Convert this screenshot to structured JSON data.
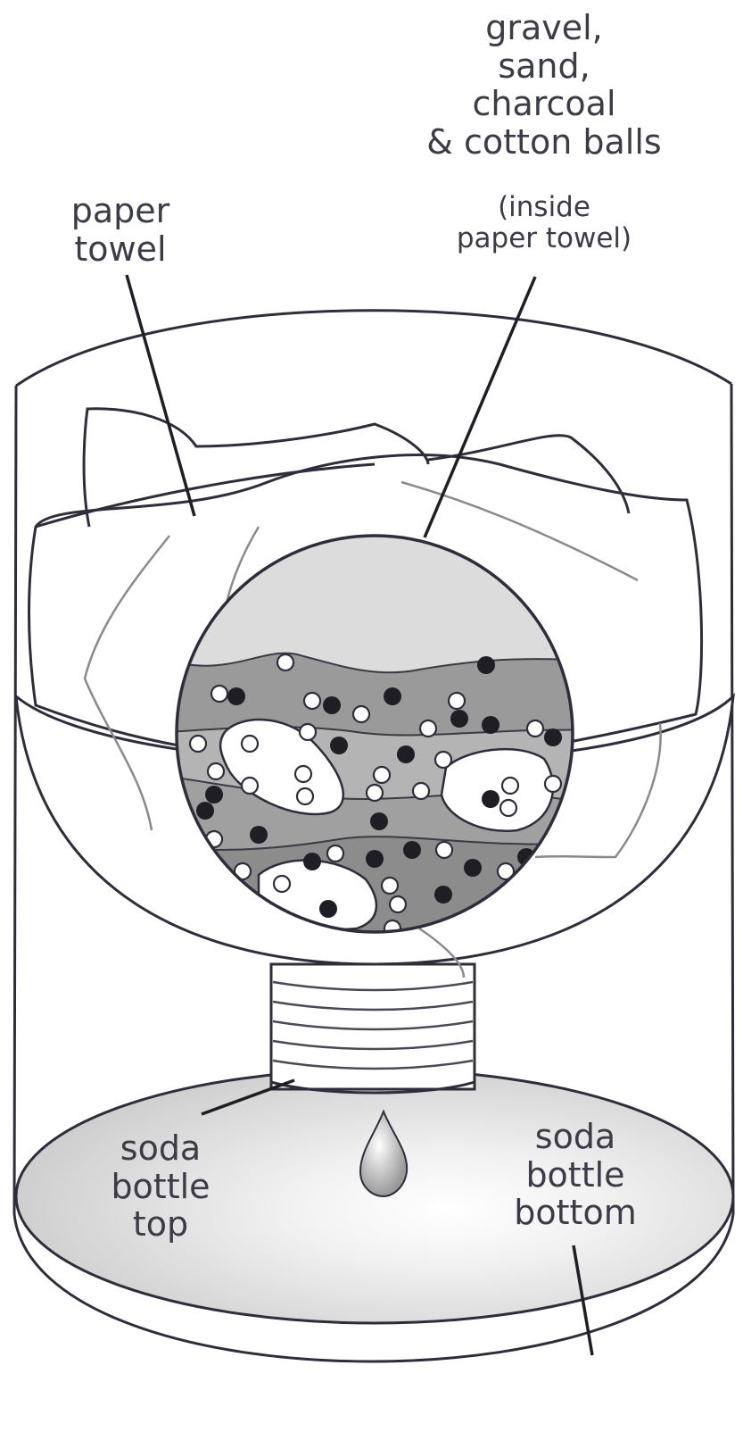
{
  "labels": {
    "filter_materials": [
      "gravel,",
      "sand,",
      "charcoal",
      "& cotton balls"
    ],
    "filter_note": [
      "(inside",
      "paper towel)"
    ],
    "paper_towel": [
      "paper",
      "towel"
    ],
    "bottle_top": [
      "soda",
      "bottle",
      "top"
    ],
    "bottle_bottom": [
      "soda",
      "bottle",
      "bottom"
    ]
  },
  "colors": {
    "outline": "#2e2e3a",
    "light_fill": "#dcdcdc",
    "mid_fill": "#a8a8a8",
    "dark_fill": "#8c8c8c",
    "label_text": "#3c3c46"
  },
  "icons": [
    "water-drop-icon"
  ]
}
